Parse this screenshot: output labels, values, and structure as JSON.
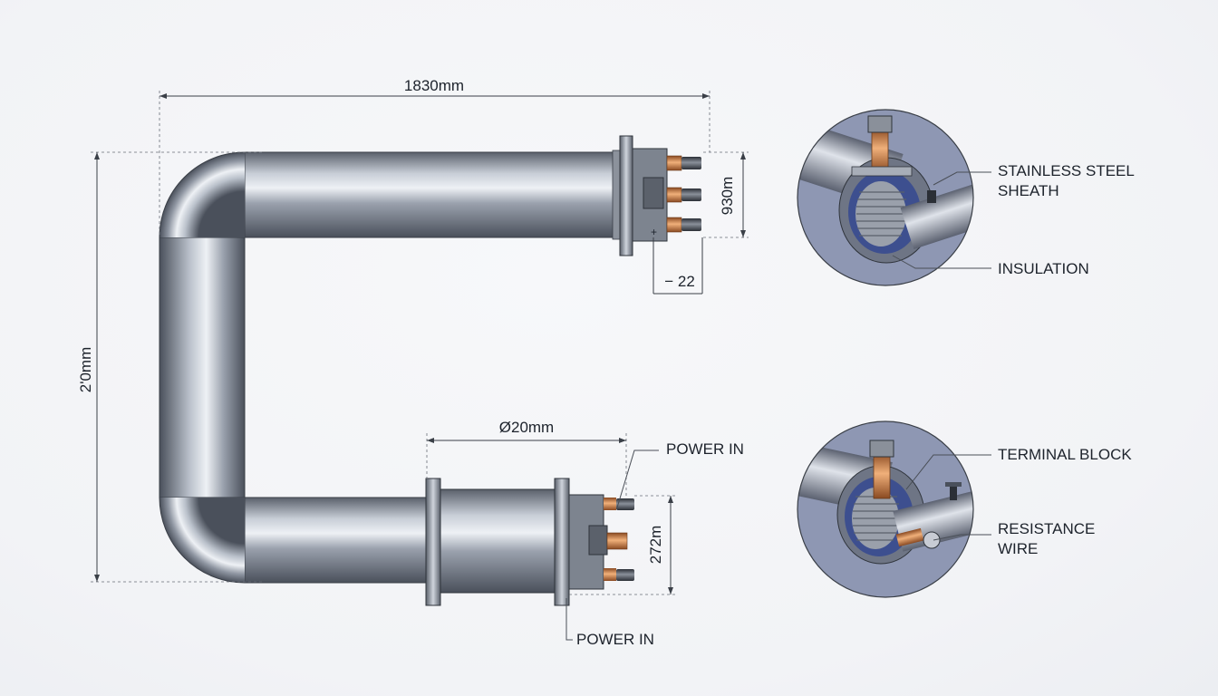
{
  "dimensions": {
    "overall_length": "1830mm",
    "overall_height": "2'0mm",
    "terminal_spacing": "930m",
    "terminal_offset": "− 22",
    "diameter": "Ø20mm",
    "lower_flange_height": "272m"
  },
  "labels": {
    "power_in_top": "POWER IN",
    "power_in_bottom": "POWER IN",
    "stainless_line1": "STAINLESS STEEL",
    "stainless_line2": "SHEATH",
    "insulation": "INSULATION",
    "terminal_block": "TERMINAL BLOCK",
    "resistance_line1": "RESISTANCE",
    "resistance_line2": "WIRE"
  },
  "terminal_marks": {
    "plus": "+"
  },
  "colors": {
    "tube_dark": "#4f5561",
    "tube_light": "#e4e8ee",
    "copper": "#c9793f",
    "insulation_blue": "#3d4f8f",
    "detail_bg": "#8e97b3"
  }
}
